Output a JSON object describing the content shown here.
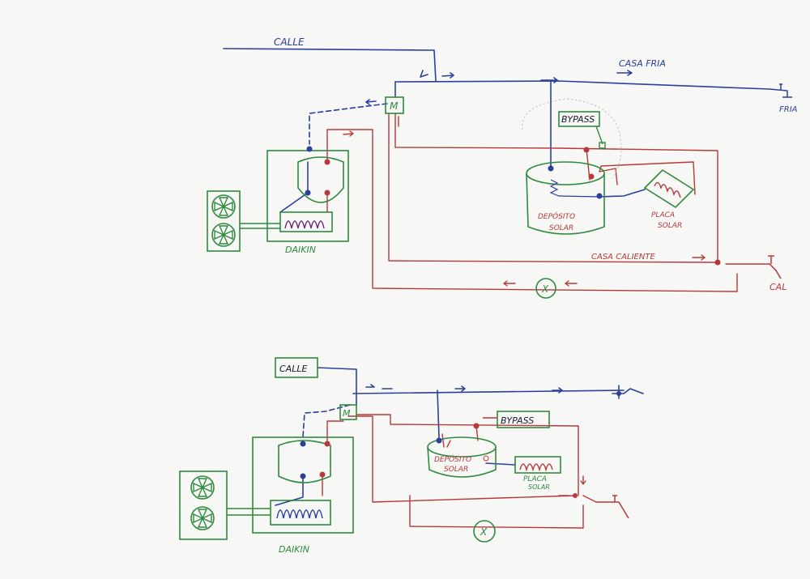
{
  "colors": {
    "paper": "#f7f7f5",
    "cold": "#2a3f9e",
    "hot": "#b8383c",
    "equipment": "#2e8b3e",
    "ink_dark": "#1a1a2e"
  },
  "icons": {
    "fan": "fan-icon",
    "tap": "tap-icon",
    "pump": "pump-icon",
    "valve": "mixing-valve-icon"
  },
  "diagram_1": {
    "street_label": "CALLE",
    "cold_house_label": "CASA FRIA",
    "cold_tap_label": "FRIA",
    "bypass_label": "BYPASS",
    "tank_label_line1": "DEPÓSITO",
    "tank_label_line2": "SOLAR",
    "panel_label_line1": "PLACA",
    "panel_label_line2": "SOLAR",
    "heat_pump_label": "DAIKIN",
    "hot_house_label": "CASA CALIENTE",
    "hot_tap_label": "CAL",
    "valve_label": "M",
    "pump_label": "X"
  },
  "diagram_2": {
    "street_label": "CALLE",
    "bypass_label": "BYPASS",
    "tank_label_line1": "DEPÓSITO",
    "tank_label_line2": "SOLAR",
    "panel_label_line1": "PLACA",
    "panel_label_line2": "SOLAR",
    "heat_pump_label": "DAIKIN",
    "valve_label": "M",
    "pump_label": "X"
  }
}
